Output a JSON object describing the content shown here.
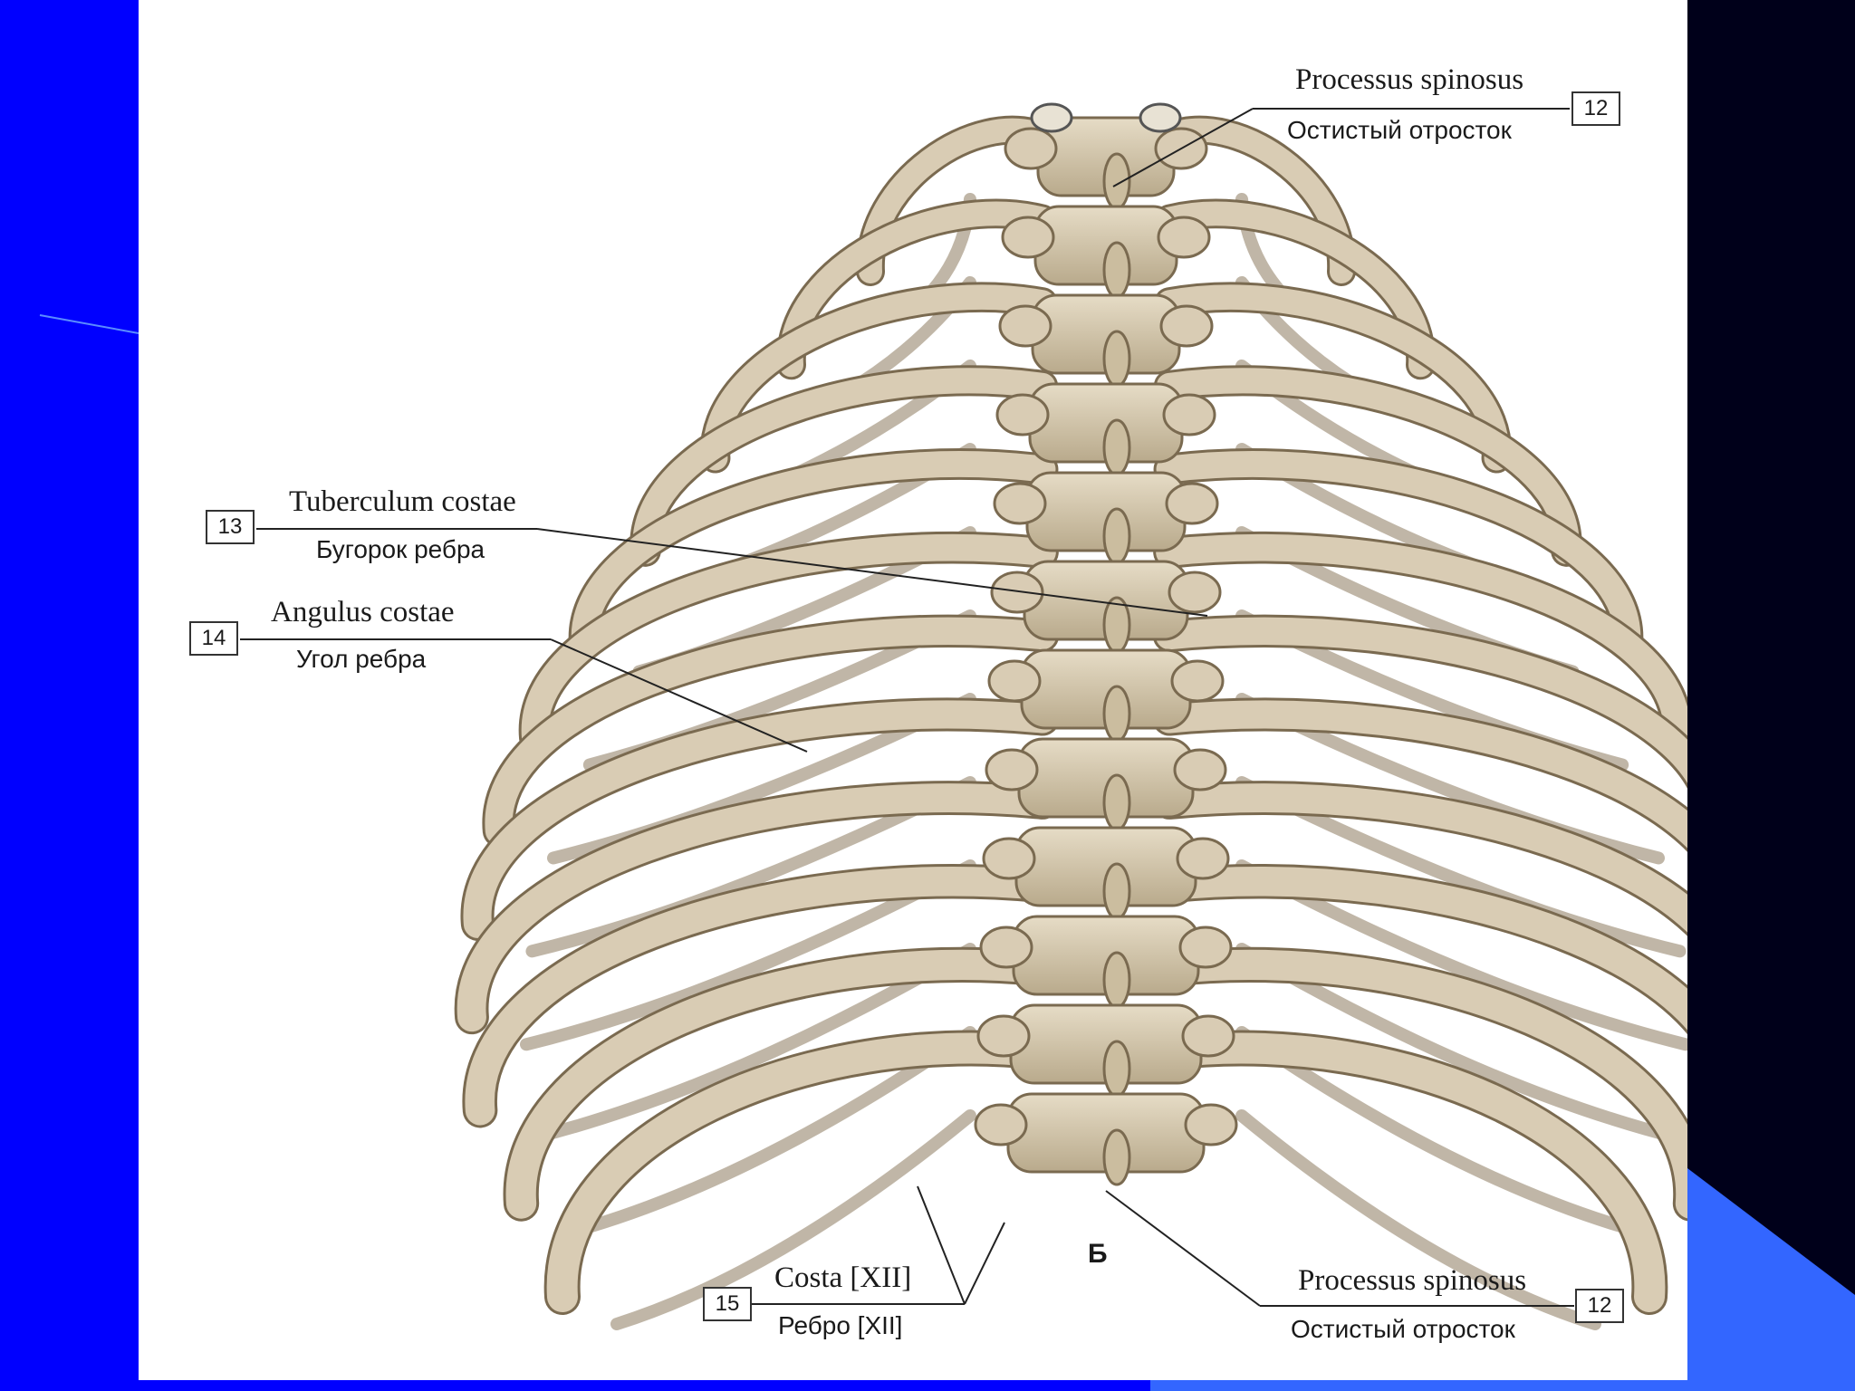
{
  "slide": {
    "background_color": "#0000ff",
    "accent_dark": "#00001a",
    "accent_light": "#3366ff"
  },
  "figure": {
    "view_letter": "Б",
    "bone_color": "#d9ccb4",
    "labels": [
      {
        "number": "12",
        "latin": "Processus spinosus",
        "russian": "Остистый отросток"
      },
      {
        "number": "13",
        "latin": "Tuberculum costae",
        "russian": "Бугорок ребра"
      },
      {
        "number": "14",
        "latin": "Angulus costae",
        "russian": "Угол ребра"
      },
      {
        "number": "15",
        "latin": "Costa [XII]",
        "russian": "Ребро [XII]"
      },
      {
        "number": "12",
        "latin": "Processus spinosus",
        "russian": "Остистый отросток"
      }
    ]
  }
}
